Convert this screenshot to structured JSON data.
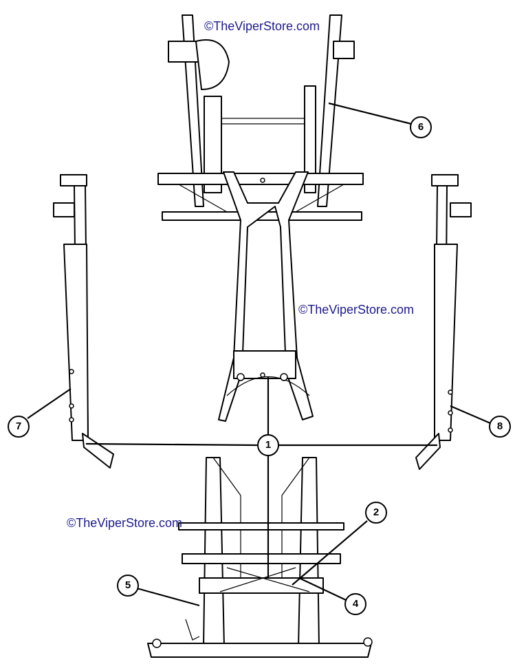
{
  "watermarks": [
    "©TheViperStore.com",
    "©TheViperStore.com",
    "©TheViperStore.com"
  ],
  "callouts": [
    "1",
    "2",
    "4",
    "5",
    "6",
    "7",
    "8"
  ]
}
